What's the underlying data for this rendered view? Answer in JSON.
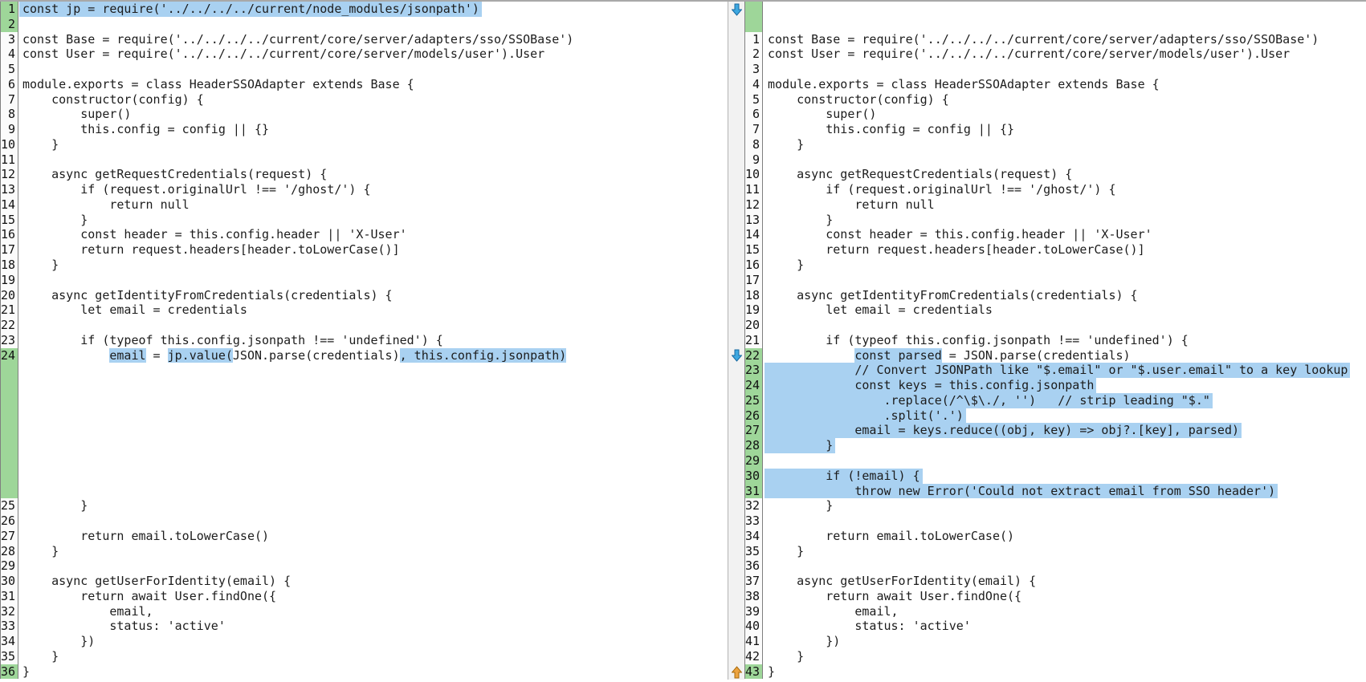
{
  "app": {
    "title": "side-by-side file diff"
  },
  "colors": {
    "added_green": "#9ed699",
    "changed_blue": "#a9d1f1",
    "gutter_bg": "#fbfbfb",
    "margin_bg": "#f2f2f2",
    "border_dark": "#7f7f7f",
    "border_light": "#b4b4b4",
    "top_border": "#a8a8a8",
    "text": "#1c1c1c",
    "arrow_down_fill": "#3ea8e0",
    "arrow_down_stroke": "#1668a0",
    "arrow_up_fill": "#eca33f",
    "arrow_up_stroke": "#a8690a"
  },
  "margin": {
    "arrows": [
      {
        "row": 0,
        "dir": "down",
        "name": "diff-nav-down-arrow-icon"
      },
      {
        "row": 23,
        "dir": "down",
        "name": "diff-nav-down-arrow-icon"
      },
      {
        "row": 44,
        "dir": "up",
        "name": "diff-nav-up-arrow-icon"
      }
    ]
  },
  "left_pane": {
    "rows": [
      {
        "n": "1",
        "g": 1,
        "h": "f",
        "t": "const jp = require('../../../../current/node_modules/jsonpath')"
      },
      {
        "n": "2",
        "g": 1,
        "t": ""
      },
      {
        "n": "3",
        "t": "const Base = require('../../../../current/core/server/adapters/sso/SSOBase')"
      },
      {
        "n": "4",
        "t": "const User = require('../../../../current/core/server/models/user').User"
      },
      {
        "n": "5",
        "t": ""
      },
      {
        "n": "6",
        "t": "module.exports = class HeaderSSOAdapter extends Base {"
      },
      {
        "n": "7",
        "t": "    constructor(config) {"
      },
      {
        "n": "8",
        "t": "        super()"
      },
      {
        "n": "9",
        "t": "        this.config = config || {}"
      },
      {
        "n": "10",
        "t": "    }"
      },
      {
        "n": "11",
        "t": ""
      },
      {
        "n": "12",
        "t": "    async getRequestCredentials(request) {"
      },
      {
        "n": "13",
        "t": "        if (request.originalUrl !== '/ghost/') {"
      },
      {
        "n": "14",
        "t": "            return null"
      },
      {
        "n": "15",
        "t": "        }"
      },
      {
        "n": "16",
        "t": "        const header = this.config.header || 'X-User'"
      },
      {
        "n": "17",
        "t": "        return request.headers[header.toLowerCase()]"
      },
      {
        "n": "18",
        "t": "    }"
      },
      {
        "n": "19",
        "t": ""
      },
      {
        "n": "20",
        "t": "    async getIdentityFromCredentials(credentials) {"
      },
      {
        "n": "21",
        "t": "        let email = credentials"
      },
      {
        "n": "22",
        "t": ""
      },
      {
        "n": "23",
        "t": "        if (typeof this.config.jsonpath !== 'undefined') {"
      },
      {
        "n": "24",
        "g": 1,
        "seg": [
          [
            "            ",
            0
          ],
          [
            "email",
            1
          ],
          [
            " = ",
            0
          ],
          [
            "jp.value(",
            1
          ],
          [
            "JSON.parse(credentials)",
            0
          ],
          [
            ", this.config.jsonpath)",
            1
          ]
        ]
      },
      {
        "g": 1
      },
      {
        "g": 1
      },
      {
        "g": 1
      },
      {
        "g": 1
      },
      {
        "g": 1
      },
      {
        "g": 1
      },
      {
        "g": 1
      },
      {
        "g": 1
      },
      {
        "g": 1
      },
      {
        "n": "25",
        "t": "        }"
      },
      {
        "n": "26",
        "t": ""
      },
      {
        "n": "27",
        "t": "        return email.toLowerCase()"
      },
      {
        "n": "28",
        "t": "    }"
      },
      {
        "n": "29",
        "t": ""
      },
      {
        "n": "30",
        "t": "    async getUserForIdentity(email) {"
      },
      {
        "n": "31",
        "t": "        return await User.findOne({"
      },
      {
        "n": "32",
        "t": "            email,"
      },
      {
        "n": "33",
        "t": "            status: 'active'"
      },
      {
        "n": "34",
        "t": "        })"
      },
      {
        "n": "35",
        "t": "    }"
      },
      {
        "n": "36",
        "g": 1,
        "t": "}"
      }
    ]
  },
  "right_pane": {
    "rows": [
      {
        "g": 1
      },
      {
        "g": 1
      },
      {
        "n": "1",
        "t": "const Base = require('../../../../current/core/server/adapters/sso/SSOBase')"
      },
      {
        "n": "2",
        "t": "const User = require('../../../../current/core/server/models/user').User"
      },
      {
        "n": "3",
        "t": ""
      },
      {
        "n": "4",
        "t": "module.exports = class HeaderSSOAdapter extends Base {"
      },
      {
        "n": "5",
        "t": "    constructor(config) {"
      },
      {
        "n": "6",
        "t": "        super()"
      },
      {
        "n": "7",
        "t": "        this.config = config || {}"
      },
      {
        "n": "8",
        "t": "    }"
      },
      {
        "n": "9",
        "t": ""
      },
      {
        "n": "10",
        "t": "    async getRequestCredentials(request) {"
      },
      {
        "n": "11",
        "t": "        if (request.originalUrl !== '/ghost/') {"
      },
      {
        "n": "12",
        "t": "            return null"
      },
      {
        "n": "13",
        "t": "        }"
      },
      {
        "n": "14",
        "t": "        const header = this.config.header || 'X-User'"
      },
      {
        "n": "15",
        "t": "        return request.headers[header.toLowerCase()]"
      },
      {
        "n": "16",
        "t": "    }"
      },
      {
        "n": "17",
        "t": ""
      },
      {
        "n": "18",
        "t": "    async getIdentityFromCredentials(credentials) {"
      },
      {
        "n": "19",
        "t": "        let email = credentials"
      },
      {
        "n": "20",
        "t": ""
      },
      {
        "n": "21",
        "t": "        if (typeof this.config.jsonpath !== 'undefined') {"
      },
      {
        "n": "22",
        "g": 1,
        "seg": [
          [
            "            ",
            0
          ],
          [
            "const parsed",
            1
          ],
          [
            " = JSON.parse(credentials)",
            0
          ]
        ]
      },
      {
        "n": "23",
        "g": 1,
        "h": "f",
        "t": "            // Convert JSONPath like \"$.email\" or \"$.user.email\" to a key lookup"
      },
      {
        "n": "24",
        "g": 1,
        "h": "f",
        "t": "            const keys = this.config.jsonpath"
      },
      {
        "n": "25",
        "g": 1,
        "h": "f",
        "t": "                .replace(/^\\$\\./, '')   // strip leading \"$.\""
      },
      {
        "n": "26",
        "g": 1,
        "h": "f",
        "t": "                .split('.')"
      },
      {
        "n": "27",
        "g": 1,
        "h": "f",
        "t": "            email = keys.reduce((obj, key) => obj?.[key], parsed)"
      },
      {
        "n": "28",
        "g": 1,
        "h": "f",
        "t": "        }"
      },
      {
        "n": "29",
        "g": 1,
        "t": ""
      },
      {
        "n": "30",
        "g": 1,
        "h": "f",
        "t": "        if (!email) {"
      },
      {
        "n": "31",
        "g": 1,
        "h": "f",
        "t": "            throw new Error('Could not extract email from SSO header')"
      },
      {
        "n": "32",
        "t": "        }"
      },
      {
        "n": "33",
        "t": ""
      },
      {
        "n": "34",
        "t": "        return email.toLowerCase()"
      },
      {
        "n": "35",
        "t": "    }"
      },
      {
        "n": "36",
        "t": ""
      },
      {
        "n": "37",
        "t": "    async getUserForIdentity(email) {"
      },
      {
        "n": "38",
        "t": "        return await User.findOne({"
      },
      {
        "n": "39",
        "t": "            email,"
      },
      {
        "n": "40",
        "t": "            status: 'active'"
      },
      {
        "n": "41",
        "t": "        })"
      },
      {
        "n": "42",
        "t": "    }"
      },
      {
        "n": "43",
        "g": 1,
        "t": "}"
      }
    ]
  }
}
